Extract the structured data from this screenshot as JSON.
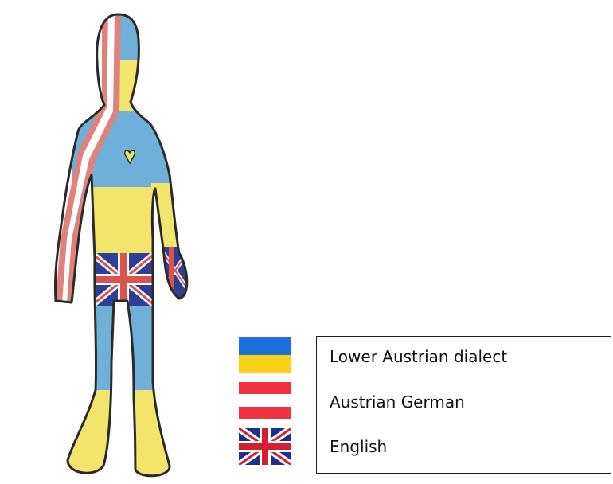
{
  "colors": {
    "blue": "#1a6fdc",
    "yellow": "#f7d117",
    "red": "#ef3340",
    "white": "#ffffff",
    "union_blue": "#1f2f8c",
    "union_red": "#d3202f",
    "pencil_blue": "#6fb0d8",
    "pencil_yellow": "#f3e46c",
    "pencil_red": "#e0827c",
    "outline": "#2a2a2a"
  },
  "legend": {
    "items": [
      {
        "label": "Lower Austrian dialect",
        "flag": "ukraine-flag-icon"
      },
      {
        "label": "Austrian German",
        "flag": "austria-flag-icon"
      },
      {
        "label": "English",
        "flag": "union-jack-icon"
      }
    ]
  }
}
